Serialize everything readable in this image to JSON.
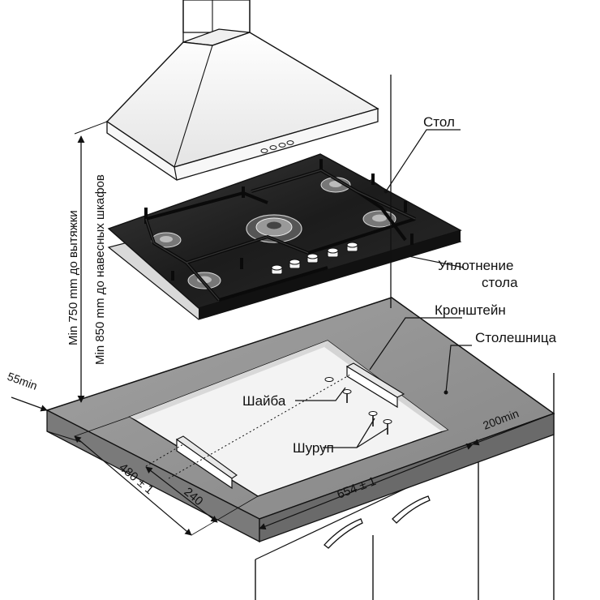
{
  "labels": {
    "table": "Стол",
    "seal_line1": "Уплотнение",
    "seal_line2": "стола",
    "bracket": "Кронштейн",
    "countertop": "Столешница",
    "washer": "Шайба",
    "screw": "Шуруп"
  },
  "dimensions": {
    "hood_clearance": "Min 750 mm до вытяжки",
    "cabinet_clearance": "Min 850 mm до навесных шкафов",
    "front_edge": "55min",
    "depth": "480 ± 1",
    "bracket_offset": "240",
    "width": "654 ± 1",
    "rear_edge": "200min"
  },
  "colors": {
    "countertop": "#8e8e8e",
    "countertop_edge": "#6f6f6f",
    "glass": "#1e1e1e",
    "cutout": "#f2f2f2",
    "line": "#111111"
  }
}
